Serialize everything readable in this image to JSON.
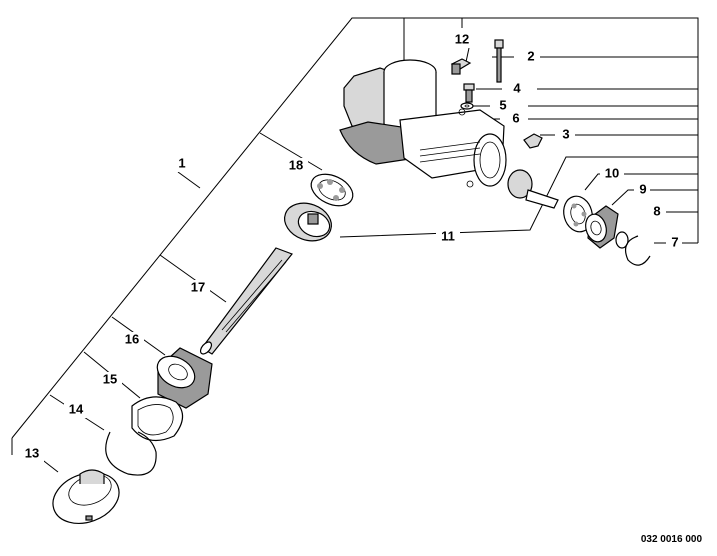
{
  "callouts": {
    "c1": "1",
    "c2": "2",
    "c3": "3",
    "c4": "4",
    "c5": "5",
    "c6": "6",
    "c7": "7",
    "c8": "8",
    "c9": "9",
    "c10": "10",
    "c11": "11",
    "c12": "12",
    "c13": "13",
    "c14": "14",
    "c15": "15",
    "c16": "16",
    "c17": "17",
    "c18": "18"
  },
  "document_number": "032 0016 000",
  "colors": {
    "line": "#000000",
    "shade": "#9a9a9a",
    "light": "#d8d8d8",
    "background": "#ffffff"
  }
}
